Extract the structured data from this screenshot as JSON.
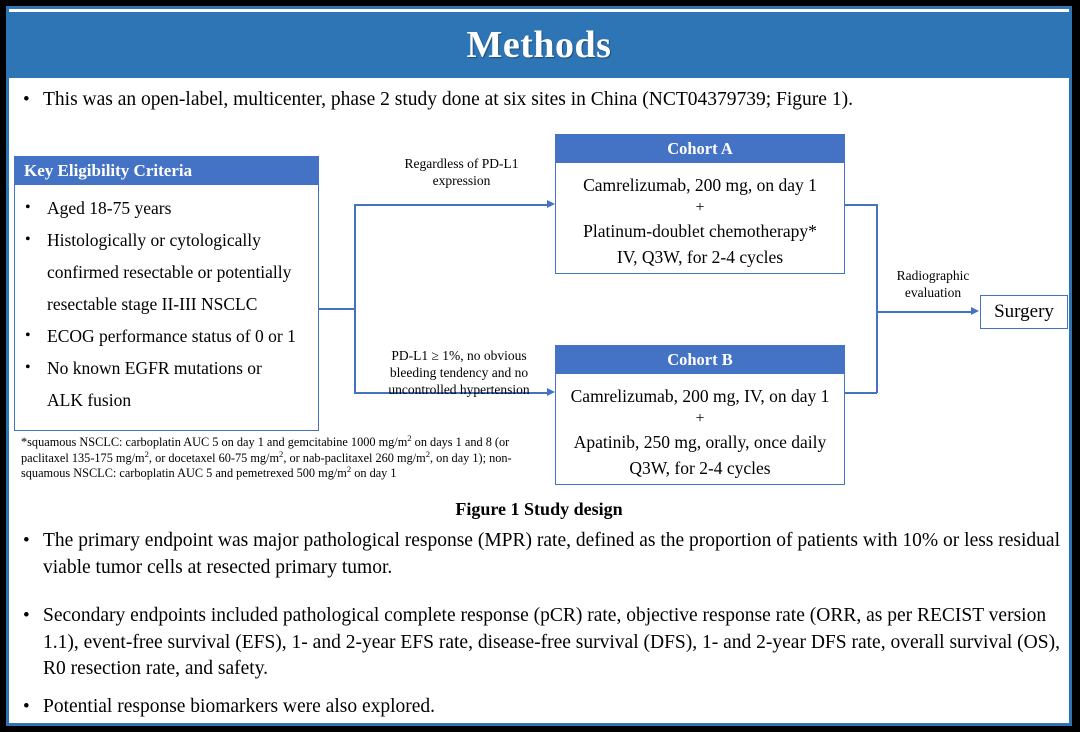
{
  "slide": {
    "title": "Methods",
    "banner_color": "#2E75B6",
    "box_header_color": "#4472C4",
    "connector_color": "#4472C4"
  },
  "intro_bullet": {
    "marker": "•",
    "text": "This was an open-label, multicenter, phase 2 study done at six sites in China (NCT04379739; Figure 1)."
  },
  "figure": {
    "caption": "Figure 1 Study design",
    "eligibility": {
      "header": "Key  Eligibility Criteria",
      "marker": "•",
      "items": [
        "Aged 18-75 years",
        "Histologically or cytologically",
        "confirmed resectable or potentially",
        "resectable stage II-III  NSCLC",
        "ECOG performance status of 0 or 1",
        "No known EGFR mutations or",
        "ALK fusion"
      ],
      "bulleted_flags": [
        true,
        true,
        false,
        false,
        true,
        true,
        false
      ]
    },
    "cohort_a": {
      "header": "Cohort A",
      "lines": [
        "Camrelizumab, 200 mg, on day 1",
        "+",
        "Platinum-doublet chemotherapy*",
        "IV, Q3W, for 2-4 cycles"
      ]
    },
    "cohort_b": {
      "header": "Cohort B",
      "lines": [
        "Camrelizumab, 200 mg, IV, on day 1",
        "+",
        "Apatinib, 250 mg, orally, once daily",
        "Q3W, for 2-4 cycles"
      ]
    },
    "labels": {
      "cohort_a_branch": [
        "Regardless  of PD-L1",
        "expression"
      ],
      "cohort_b_branch": [
        "PD-L1 ≥ 1%, no obvious",
        "bleeding tendency and no",
        "uncontrolled  hypertension"
      ],
      "outcome_branch": [
        "Radiographic",
        "evaluation"
      ]
    },
    "surgery": {
      "label": "Surgery"
    },
    "footnote_lines": [
      "*squamous NSCLC: carboplatin AUC 5 on day 1 and gemcitabine 1000 mg/m² on days 1 and 8 (or",
      "paclitaxel 135-175  mg/m², or docetaxel 60-75 mg/m², or nab-paclitaxel 260 mg/m², on day 1); non-",
      "squamous NSCLC: carboplatin AUC 5 and pemetrexed 500 mg/m² on day 1"
    ]
  },
  "endpoint_bullets": [
    {
      "marker": "•",
      "text": "The primary endpoint was major pathological response (MPR) rate, defined as the proportion of patients with 10% or less residual viable tumor cells at resected primary tumor."
    },
    {
      "marker": "•",
      "text": "Secondary endpoints included pathological complete response (pCR) rate, objective response rate (ORR, as per RECIST version 1.1), event-free survival (EFS), 1- and 2-year EFS rate, disease-free survival (DFS), 1- and 2-year DFS rate, overall survival (OS), R0 resection rate, and safety."
    },
    {
      "marker": "•",
      "text": "Potential response biomarkers were also explored."
    }
  ]
}
